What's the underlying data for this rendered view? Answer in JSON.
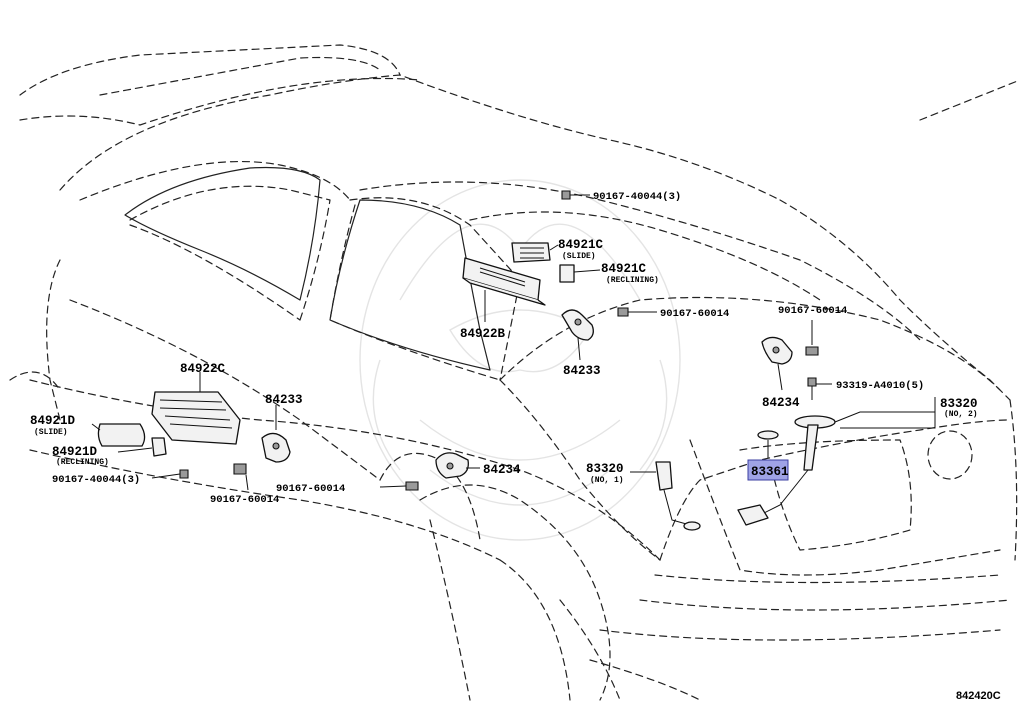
{
  "diagram_ref": "842420C",
  "parts": {
    "p1": {
      "code": "90167-40044(3)",
      "sub": ""
    },
    "p2": {
      "code": "84921C",
      "sub": "(SLIDE)"
    },
    "p3": {
      "code": "84921C",
      "sub": "(RECLINING)"
    },
    "p4": {
      "code": "90167-60014",
      "sub": ""
    },
    "p5": {
      "code": "84922B",
      "sub": ""
    },
    "p6": {
      "code": "84233",
      "sub": ""
    },
    "p7": {
      "code": "90167-60014",
      "sub": ""
    },
    "p8": {
      "code": "84234",
      "sub": ""
    },
    "p9": {
      "code": "93319-A4010(5)",
      "sub": ""
    },
    "p10": {
      "code": "83320",
      "sub": "(NO, 2)"
    },
    "p11": {
      "code": "83361",
      "sub": "",
      "highlighted": true
    },
    "p12": {
      "code": "84922C",
      "sub": ""
    },
    "p13": {
      "code": "84233",
      "sub": ""
    },
    "p14": {
      "code": "84921D",
      "sub": "(SLIDE)"
    },
    "p15": {
      "code": "84921D",
      "sub": "(RECLINING)"
    },
    "p16": {
      "code": "90167-40044(3)",
      "sub": ""
    },
    "p17": {
      "code": "90167-60014",
      "sub": ""
    },
    "p18": {
      "code": "90167-60014",
      "sub": ""
    },
    "p19": {
      "code": "84234",
      "sub": ""
    },
    "p20": {
      "code": "83320",
      "sub": "(NO, 1)"
    }
  },
  "colors": {
    "highlight": "#9fa3e6",
    "line": "#222222",
    "background": "#ffffff"
  }
}
